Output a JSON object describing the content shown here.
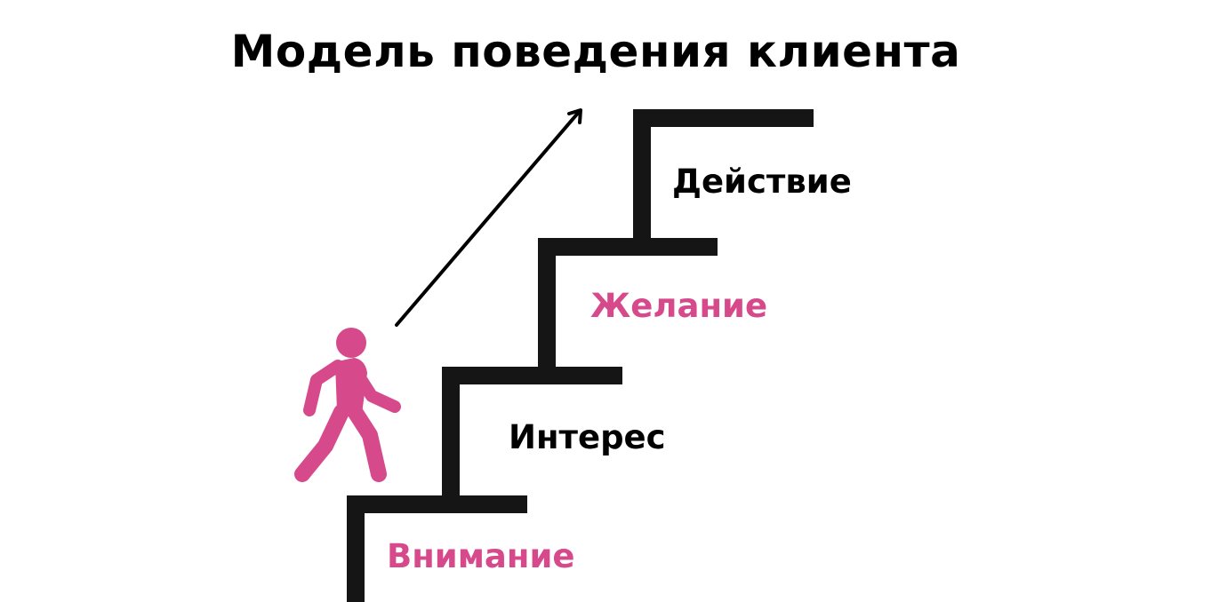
{
  "title": "Модель поведения клиента",
  "colors": {
    "accent": "#d64a8b",
    "stairs": "#151515",
    "text": "#000000",
    "background": "#ffffff"
  },
  "figure": {
    "icon": "walking-person-icon",
    "arrow": "arrow-up-right-icon"
  },
  "steps": [
    {
      "label": "Внимание",
      "color": "#d64a8b"
    },
    {
      "label": "Интерес",
      "color": "#000000"
    },
    {
      "label": "Желание",
      "color": "#d64a8b"
    },
    {
      "label": "Действие",
      "color": "#000000"
    }
  ]
}
